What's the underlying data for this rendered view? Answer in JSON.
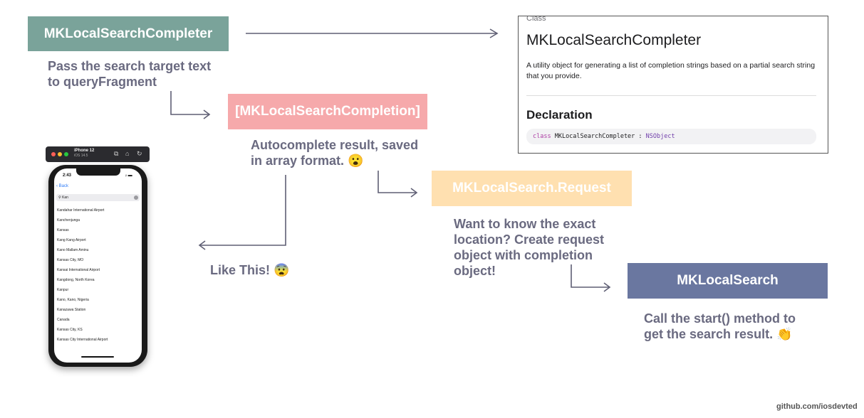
{
  "boxes": {
    "completer": {
      "label": "MKLocalSearchCompleter",
      "color": "#7aa39a"
    },
    "completion": {
      "label": "[MKLocalSearchCompletion]",
      "color": "#f6a9ab"
    },
    "request": {
      "label": "MKLocalSearch.Request",
      "color": "#ffe0b0"
    },
    "search": {
      "label": "MKLocalSearch",
      "color": "#6a77a0"
    }
  },
  "captions": {
    "completer": [
      "Pass the search target text",
      "to queryFragment"
    ],
    "completion": [
      "Autocomplete result, saved",
      "in array format. 😮"
    ],
    "like_this": "Like This! 😨",
    "request": [
      "Want to know the exact",
      "location? Create request",
      "object with completion",
      "object!"
    ],
    "search": [
      "Call the start() method to",
      "get the search result. 👏"
    ]
  },
  "doc": {
    "kind": "Class",
    "title": "MKLocalSearchCompleter",
    "description": "A utility object for generating a list of completion strings based on a partial search string that you provide.",
    "declaration_heading": "Declaration",
    "code_keyword": "class",
    "code_name": " MKLocalSearchCompleter : ",
    "code_type": "NSObject"
  },
  "simulator": {
    "device": "iPhone 12",
    "os": "iOS 14.5",
    "time": "2:43",
    "back_label": "Back",
    "search_value": "Kan",
    "results": [
      "Kandahar International Airport",
      "Kanchenjunga",
      "Kansas",
      "Kang Kang Airport",
      "Kano Mallam Aminu",
      "Kansas City, MO",
      "Kansai International Airport",
      "Kangdong, North Korea",
      "Kanpur",
      "Kano, Kano, Nigeria",
      "Kanazawa Station",
      "Canada",
      "Kansas City, KS",
      "Kansas City International Airport"
    ]
  },
  "credit": "github.com/iosdevted",
  "colors": {
    "arrow": "#5f5f74",
    "caption": "#6a6a80"
  }
}
